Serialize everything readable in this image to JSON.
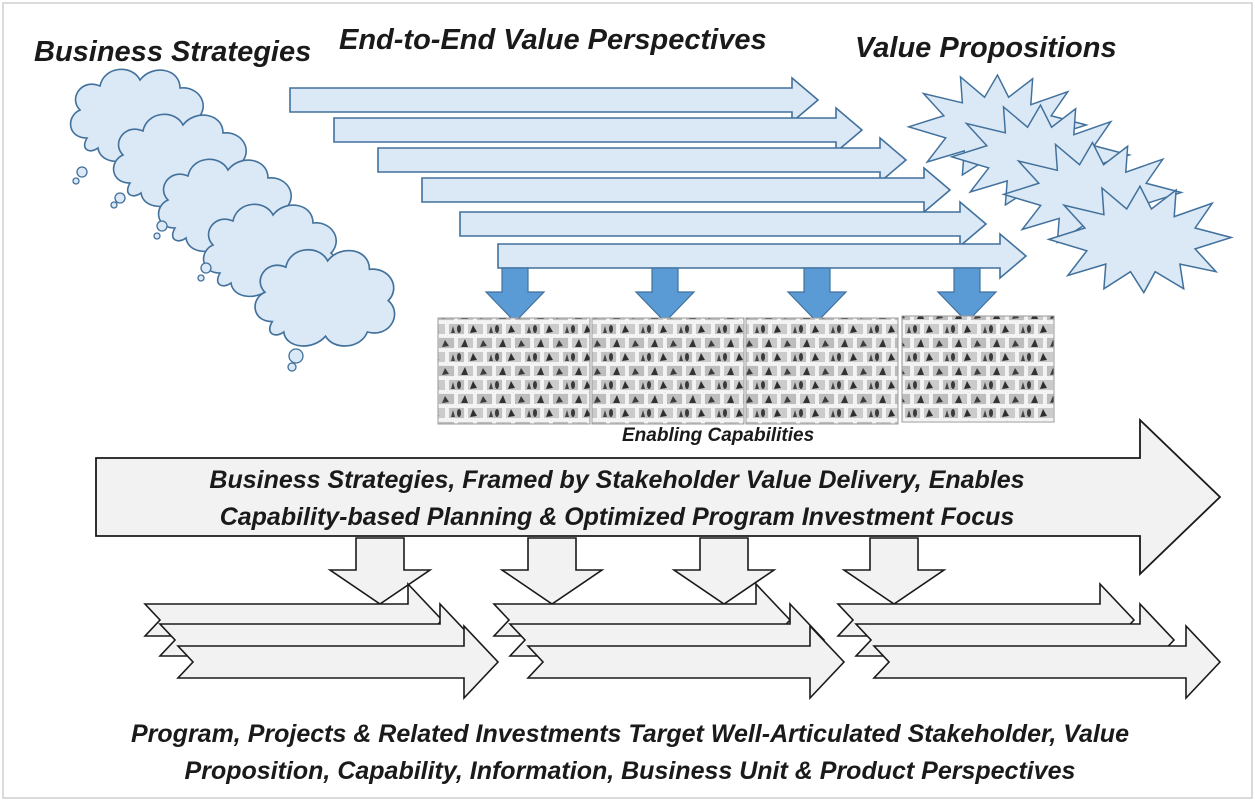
{
  "labels": {
    "business_strategies": "Business Strategies",
    "end_to_end": "End-to-End Value Perspectives",
    "value_propositions": "Value Propositions",
    "enabling_capabilities": "Enabling Capabilities",
    "big_arrow_line1": "Business Strategies, Framed by Stakeholder Value Delivery, Enables",
    "big_arrow_line2": "Capability-based Planning & Optimized Program Investment Focus",
    "bottom_line1": "Program, Projects & Related Investments Target Well-Articulated Stakeholder, Value",
    "bottom_line2": "Proposition, Capability, Information, Business Unit & Product Perspectives"
  },
  "colors": {
    "light_blue_fill": "#dbe8f5",
    "blue_outline": "#41719c",
    "down_arrow_blue": "#5b9bd5",
    "gray_fill": "#f2f2f2",
    "dark_outline": "#1a1a1a",
    "frame": "#cfcfcf"
  },
  "icons": {
    "strategy_shape": "thought-cloud",
    "value_shape": "starburst",
    "capability_shape": "brick-wall-texture"
  }
}
